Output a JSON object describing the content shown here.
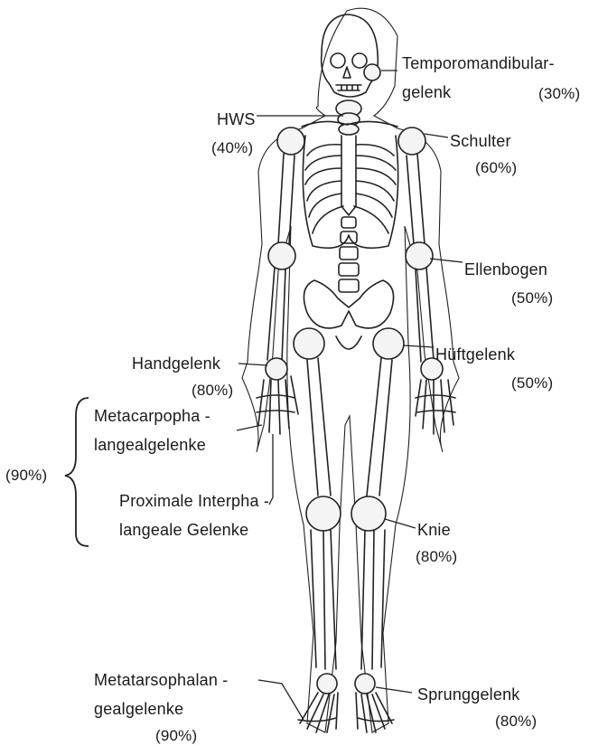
{
  "labels": {
    "tmj": "Temporomandibular-",
    "tmj2": "gelenk",
    "tmj_pct": "(30%)",
    "hws": "HWS",
    "hws_pct": "(40%)",
    "shoulder": "Schulter",
    "shoulder_pct": "(60%)",
    "elbow": "Ellenbogen",
    "elbow_pct": "(50%)",
    "hip": "Hüftgelenk",
    "hip_pct": "(50%)",
    "wrist": "Handgelenk",
    "wrist_pct": "(80%)",
    "mcp1": "Metacarpopha -",
    "mcp2": "langealgelenke",
    "group_pct": "(90%)",
    "pip1": "Proximale Interpha -",
    "pip2": "langeale Gelenke",
    "knee": "Knie",
    "knee_pct": "(80%)",
    "mtp1": "Metatarsophalan -",
    "mtp2": "gealgelenke",
    "mtp_pct": "(90%)",
    "ankle": "Sprunggelenk",
    "ankle_pct": "(80%)"
  },
  "colors": {
    "ink": "#222222",
    "background": "#ffffff"
  }
}
